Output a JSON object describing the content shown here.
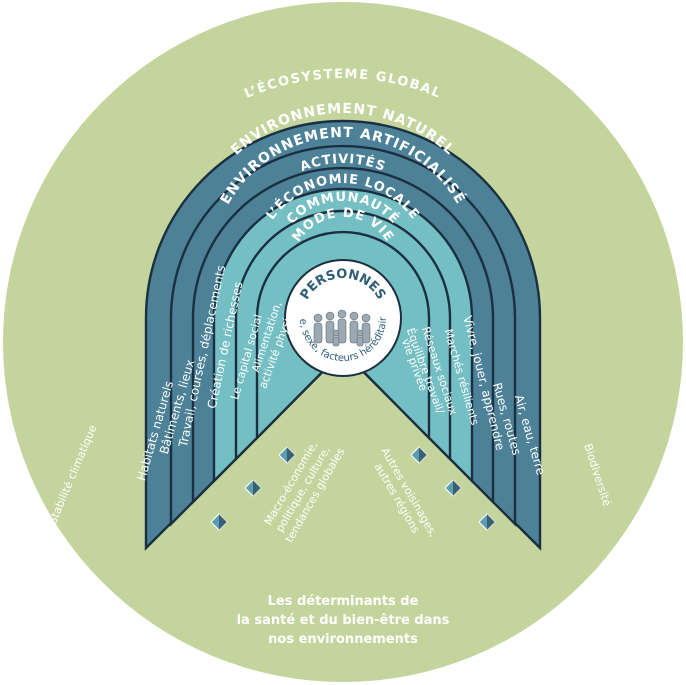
{
  "colors": {
    "outer": "#c3d49c",
    "dark_ring": "#4c8198",
    "mid_ring": "#5c9db1",
    "light_ring": "#74bfc3",
    "line": "#1b2f40",
    "center_text": "#2f5e78"
  },
  "outer_title": "L’ÉCOSYSTEME GLOBAL",
  "outer_left": "Stabilité climatique",
  "outer_right": "Biodiversité",
  "ring_titles": {
    "r1": "ENVIRONNEMENT NATUREL",
    "r2": "ENVIRONNEMENT ARTIFICIALISÉ",
    "r3": "ACTIVITÉS",
    "r4": "L’ÉCONOMIE LOCALE",
    "r5": "COMMUNAUTÉ",
    "r6": "MODE DE VIE"
  },
  "side_labels": {
    "l1": "Habitats naturels",
    "l2": "Bâtiments, lieux",
    "l3": "Travail, courses, déplacements",
    "l4": "Création de richesses",
    "l5": "Le capital social",
    "l6a": "Alimentation,",
    "l6b": "activité physique",
    "r1": "Air, eau, terre",
    "r2": "Rues, routes",
    "r3": "Vivre, jouer, apprendre",
    "r4": "Marchés résilients",
    "r5": "Réseaux sociaux",
    "r6a": "Équilibre travail/",
    "r6b": "vie privée"
  },
  "center": {
    "title": "PERSONNES",
    "subtitle": "Âge, sexe, facteurs héréditaires"
  },
  "wedge_left": {
    "line1": "Macro-économie,",
    "line2": "politique, culture,",
    "line3": "tendances globales"
  },
  "wedge_right": {
    "line1": "Autres voisinages,",
    "line2": "autres régions"
  },
  "caption": {
    "line1": "Les déterminants de",
    "line2": "la santé et du bien-être dans",
    "line3": "nos environnements"
  }
}
